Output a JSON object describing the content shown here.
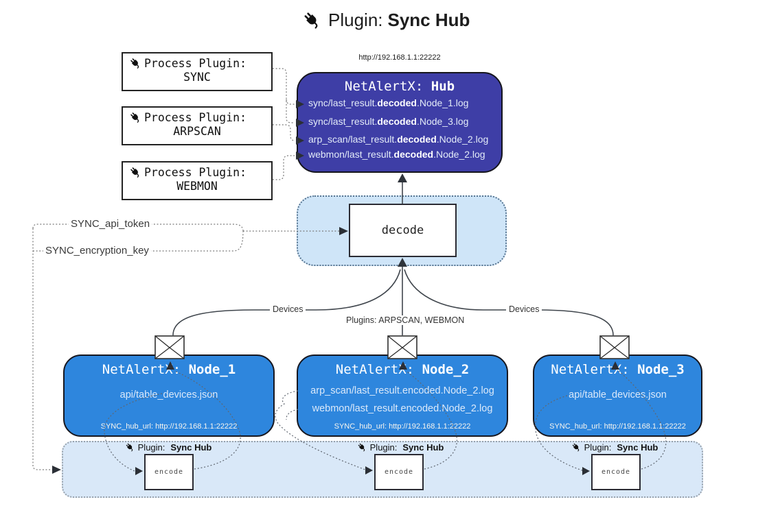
{
  "title": {
    "icon": "plug-icon",
    "prefix": "Plugin:",
    "name": "Sync Hub"
  },
  "hub": {
    "url": "http://192.168.1.1:22222",
    "title_prefix": "NetAlertX: ",
    "title_name": "Hub",
    "lines": [
      {
        "pre": "sync/last_result.",
        "bold": "decoded",
        "post": ".Node_1.log"
      },
      {
        "pre": "sync/last_result.",
        "bold": "decoded",
        "post": ".Node_3.log"
      },
      {
        "pre": "arp_scan/last_result.",
        "bold": "decoded",
        "post": ".Node_2.log"
      },
      {
        "pre": "webmon/last_result.",
        "bold": "decoded",
        "post": ".Node_2.log"
      }
    ]
  },
  "process_plugins": [
    {
      "label": "Process Plugin:",
      "name": "SYNC"
    },
    {
      "label": "Process Plugin:",
      "name": "ARPSCAN"
    },
    {
      "label": "Process Plugin:",
      "name": "WEBMON"
    }
  ],
  "settings": {
    "api_token_label": "SYNC_api_token",
    "encryption_key_label": "SYNC_encryption_key"
  },
  "decode": {
    "label": "decode"
  },
  "edge_labels": {
    "devices_left": "Devices",
    "plugins_middle": "Plugins: ARPSCAN, WEBMON",
    "devices_right": "Devices"
  },
  "nodes": [
    {
      "title_prefix": "NetAlertX: ",
      "title_name": "Node_1",
      "files": [
        "api/table_devices.json"
      ],
      "hub_url": "SYNC_hub_url: http://192.168.1.1:22222"
    },
    {
      "title_prefix": "NetAlertX: ",
      "title_name": "Node_2",
      "files": [
        "arp_scan/last_result.encoded.Node_2.log",
        "webmon/last_result.encoded.Node_2.log"
      ],
      "hub_url": "SYNC_hub_url: http://192.168.1.1:22222"
    },
    {
      "title_prefix": "NetAlertX: ",
      "title_name": "Node_3",
      "files": [
        "api/table_devices.json"
      ],
      "hub_url": "SYNC_hub_url: http://192.168.1.1:22222"
    }
  ],
  "encoders": [
    {
      "plugin_prefix": "Plugin:",
      "plugin_name": "Sync Hub",
      "box_label": "encode"
    },
    {
      "plugin_prefix": "Plugin:",
      "plugin_name": "Sync Hub",
      "box_label": "encode"
    },
    {
      "plugin_prefix": "Plugin:",
      "plugin_name": "Sync Hub",
      "box_label": "encode"
    }
  ],
  "colors": {
    "hub_fill": "#3e3ea6",
    "node_fill": "#2e86dd",
    "band_fill": "#d9e8f8",
    "decode_panel_fill": "#cfe5f8",
    "text_on_blue": "#e3ebf8"
  }
}
